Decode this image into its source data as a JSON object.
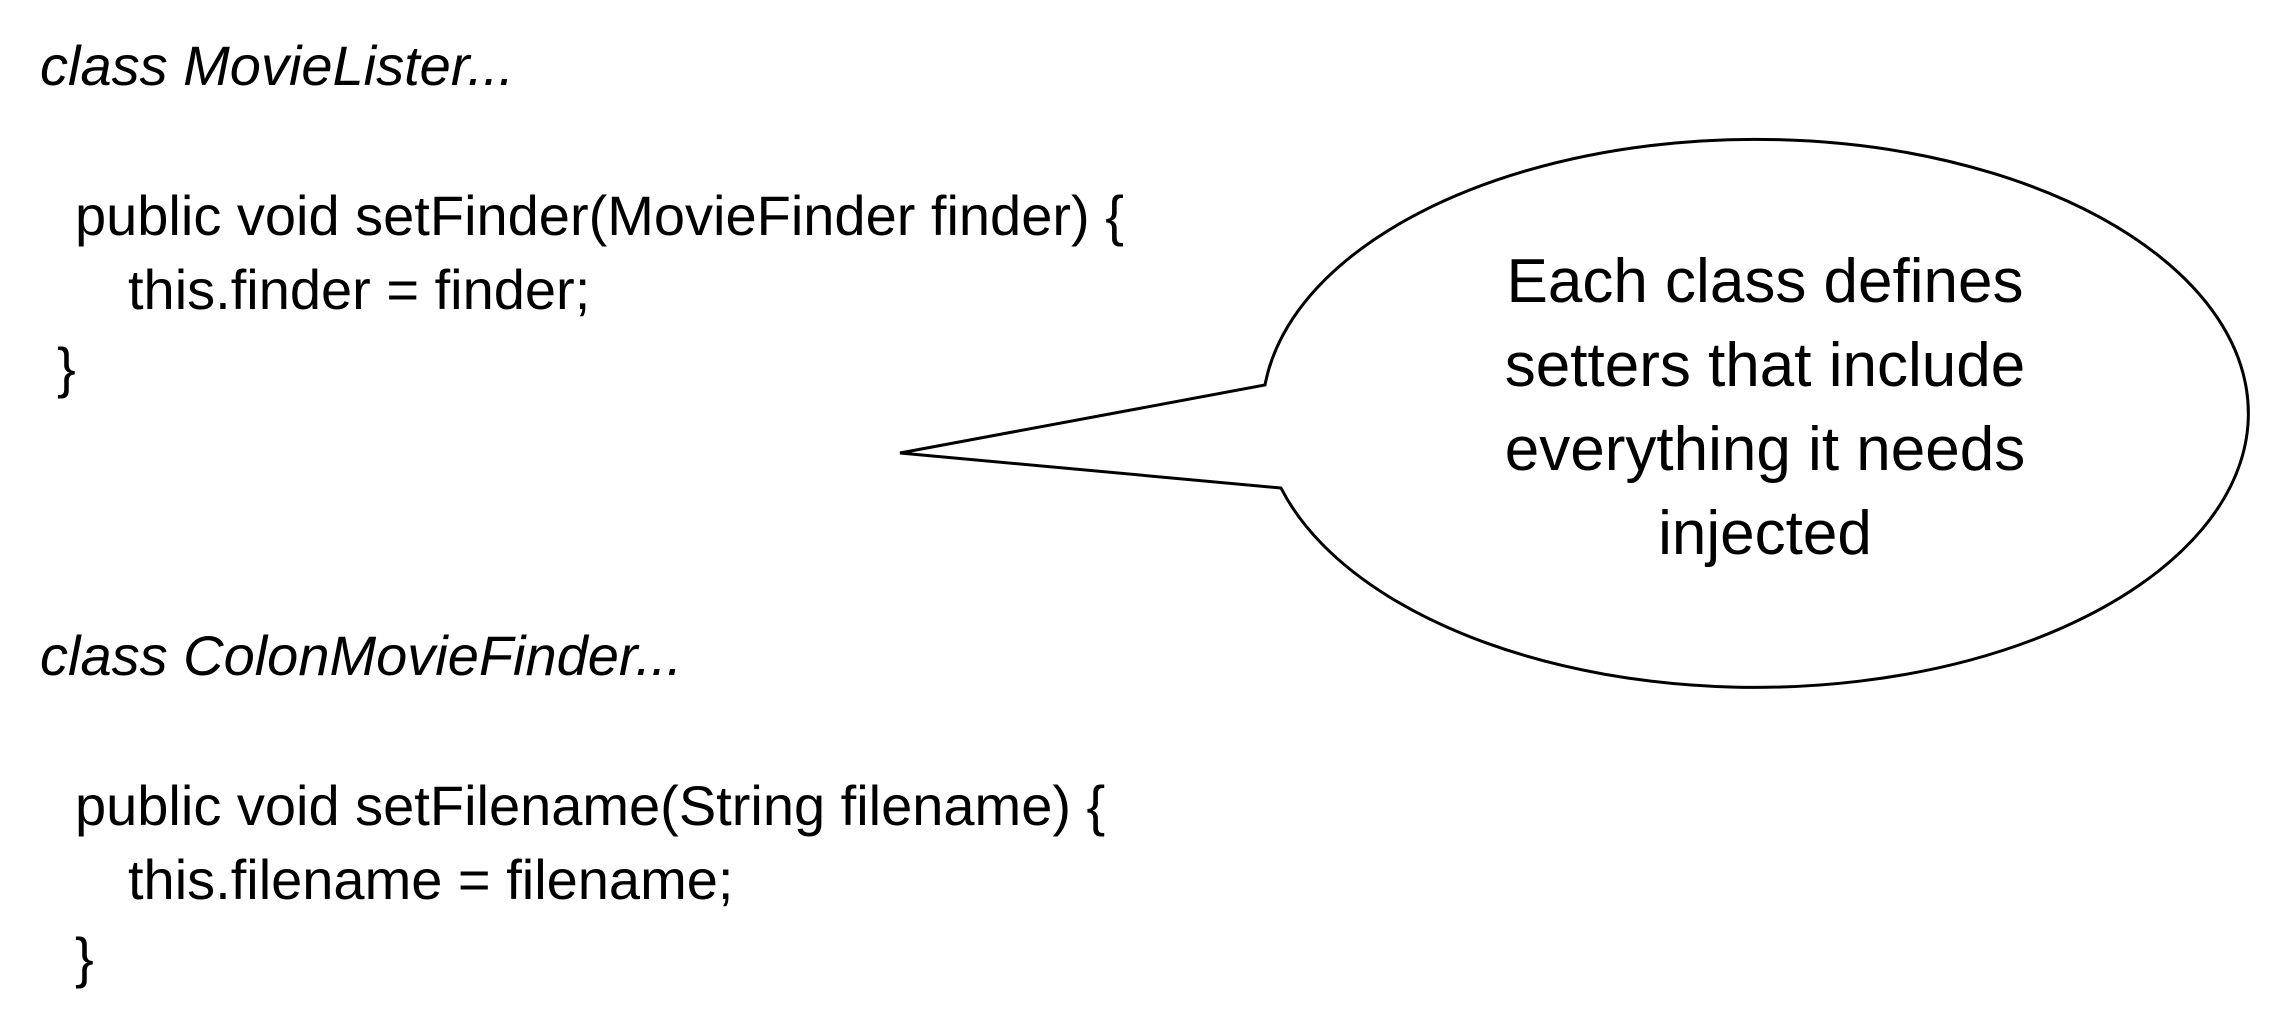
{
  "sections": [
    {
      "heading": "class MovieLister...",
      "lines": [
        "public void setFinder(MovieFinder finder) {",
        "this.finder = finder;",
        "}"
      ]
    },
    {
      "heading": "class ColonMovieFinder...",
      "lines": [
        "public void setFilename(String filename) {",
        "this.filename = filename;",
        "}"
      ]
    }
  ],
  "callout": {
    "lines": [
      "Each class defines",
      "setters that include",
      "everything it needs",
      "injected"
    ]
  }
}
